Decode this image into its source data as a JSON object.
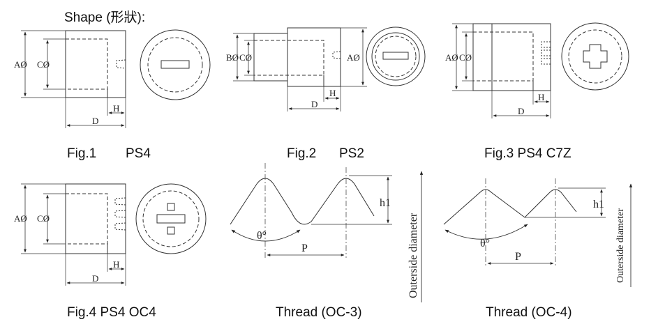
{
  "header": {
    "title": "Shape (形狀):"
  },
  "figures": {
    "fig1": {
      "caption": "Fig.1",
      "model": "PS4"
    },
    "fig2": {
      "caption": "Fig.2",
      "model": "PS2"
    },
    "fig3": {
      "caption": "Fig.3 PS4 C7Z"
    },
    "fig4": {
      "caption": "Fig.4 PS4 OC4"
    },
    "thread3": {
      "caption": "Thread (OC-3)"
    },
    "thread4": {
      "caption": "Thread (OC-4)"
    }
  },
  "dimension_labels": {
    "a_dia": "AØ",
    "b_dia": "BØ",
    "c_dia": "CØ",
    "d": "D",
    "h": "H",
    "h1": "h1",
    "p": "P",
    "theta": "θ°",
    "outside": "Outerside diameter"
  }
}
